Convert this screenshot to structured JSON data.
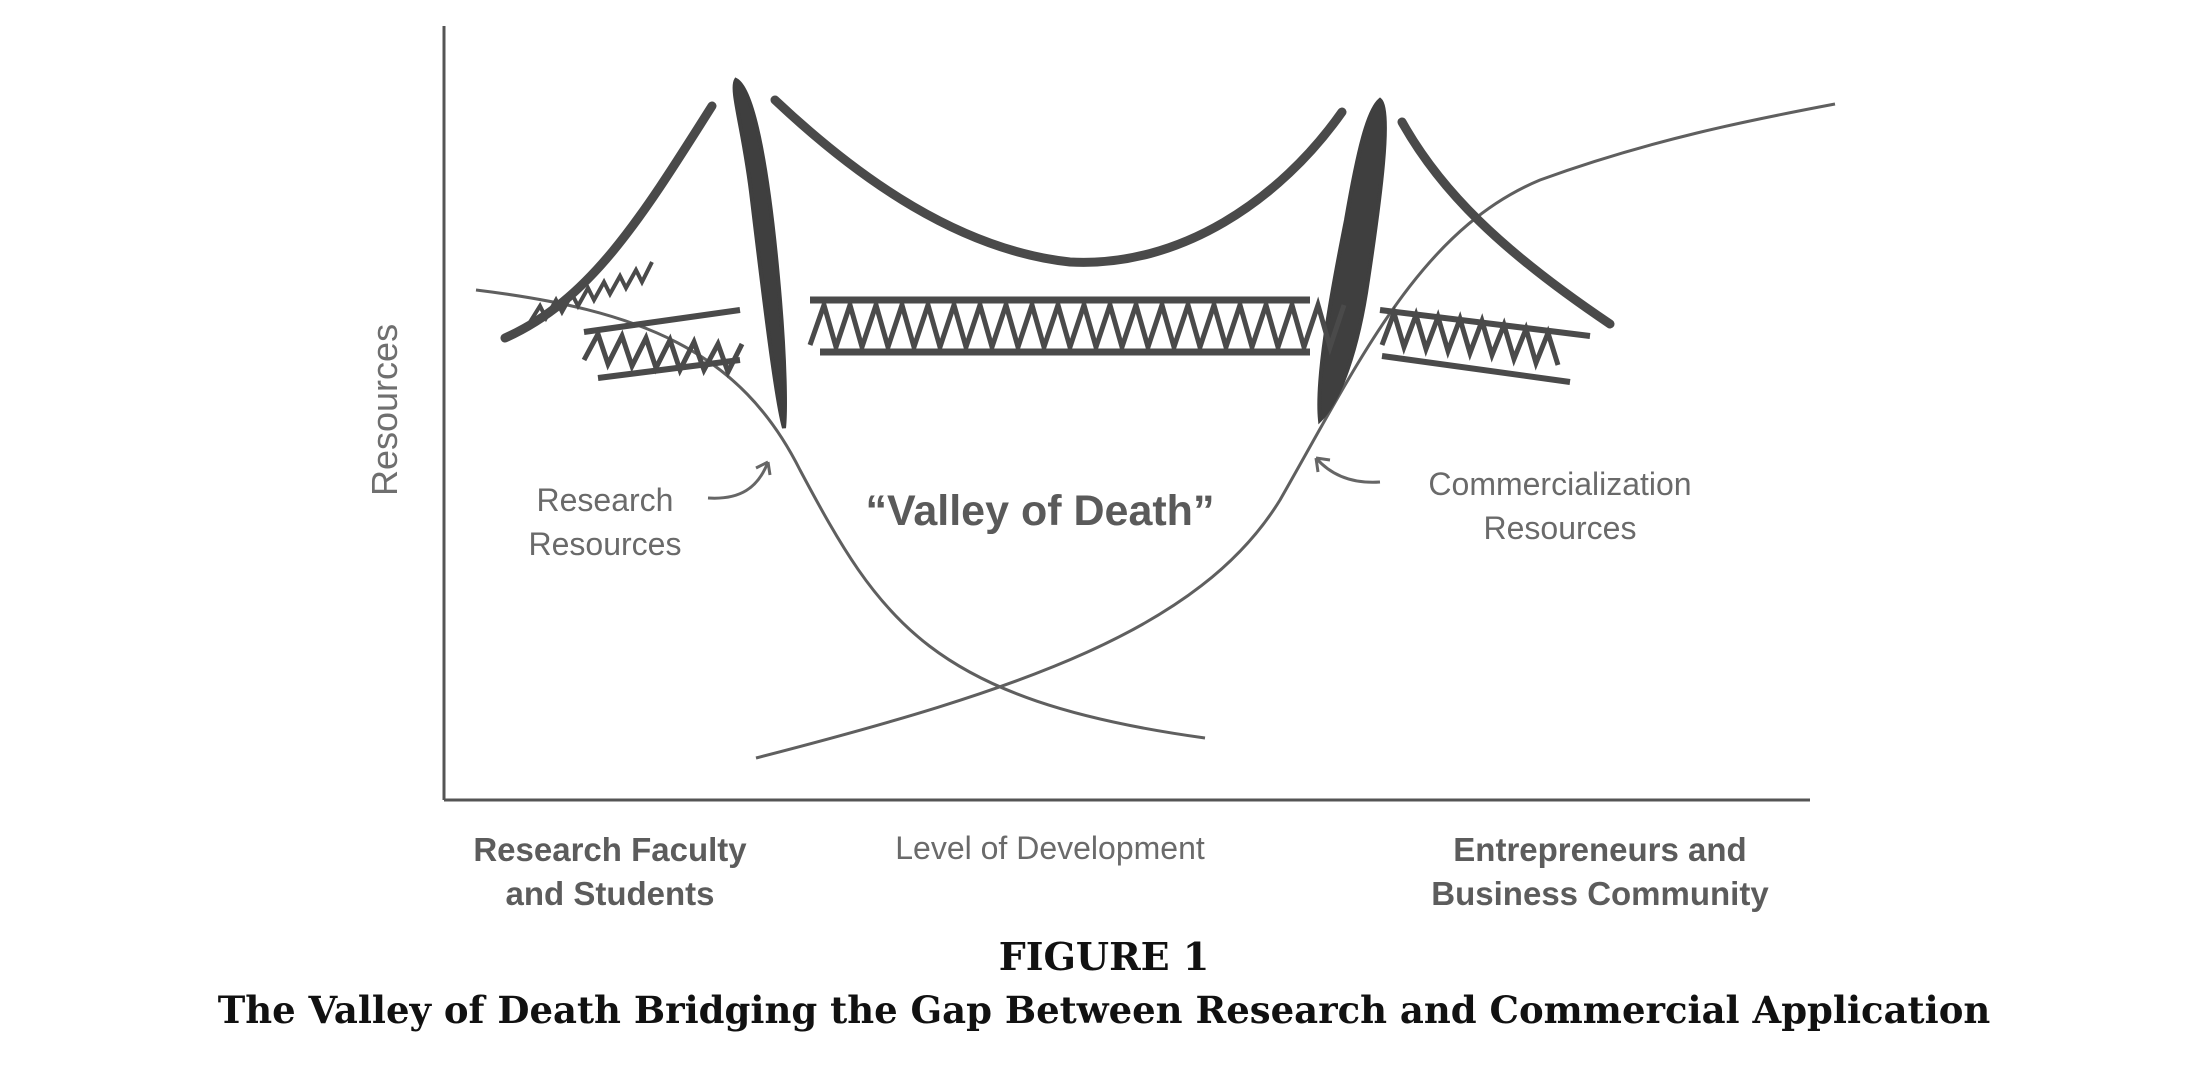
{
  "figure": {
    "number": "FIGURE 1",
    "caption": "The Valley of Death Bridging the Gap Between Research and Commercial Application"
  },
  "axes": {
    "y_label": "Resources",
    "x_label": "Level of Development"
  },
  "labels": {
    "research_resources": [
      "Research",
      "Resources"
    ],
    "commercialization_resources": [
      "Commercialization",
      "Resources"
    ],
    "valley": "“Valley of Death”",
    "left_group": [
      "Research Faculty",
      "and Students"
    ],
    "right_group": [
      "Entrepreneurs and",
      "Business Community"
    ]
  },
  "colors": {
    "line": "#5f5f5f",
    "bridge": "#4a4a4a",
    "axis": "#555555",
    "text": "#6a6a6a"
  }
}
